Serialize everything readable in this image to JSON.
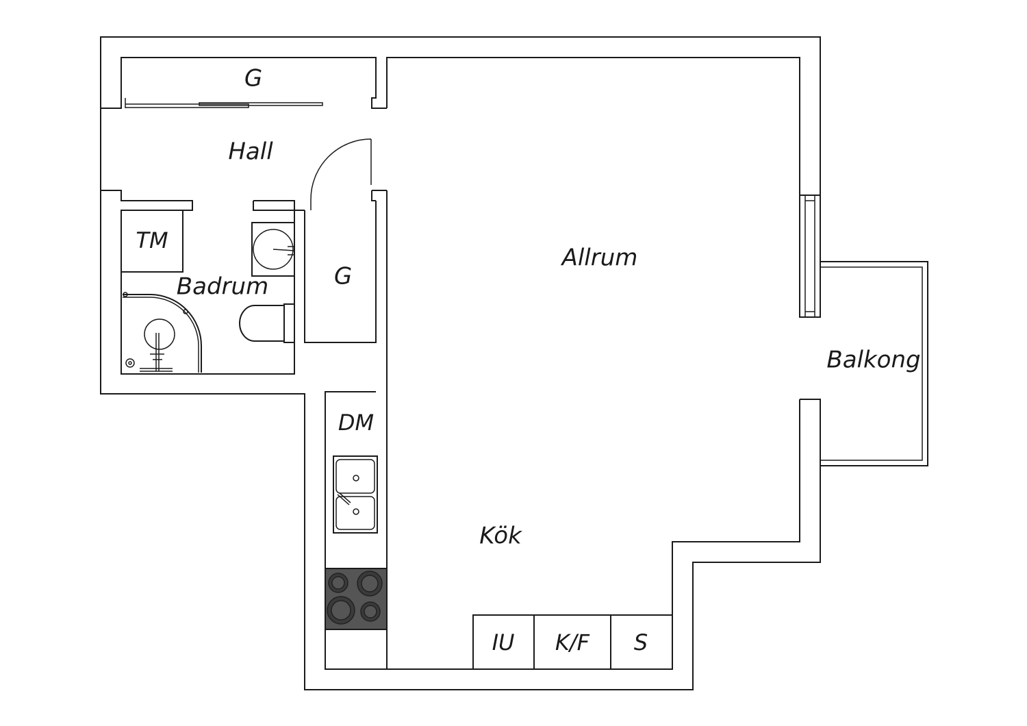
{
  "floor_plan": {
    "rooms": {
      "allrum": "Allrum",
      "hall": "Hall",
      "badrum": "Badrum",
      "kok": "Kök",
      "balkong": "Balkong"
    },
    "fixtures": {
      "wardrobe_top": "G",
      "wardrobe_hall": "G",
      "tm": "TM",
      "dm": "DM",
      "iu": "IU",
      "kf": "K/F",
      "s": "S"
    },
    "colors": {
      "line": "#1a1a1a",
      "stove": "#555555",
      "background": "#ffffff"
    }
  }
}
